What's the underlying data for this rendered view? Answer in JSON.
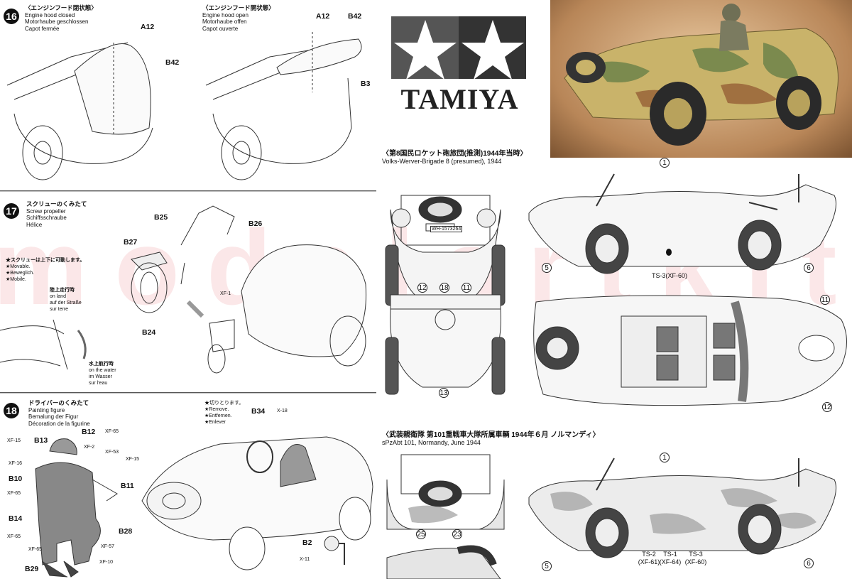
{
  "step16": {
    "number": "16",
    "jp": "〈エンジンフード閉状態〉",
    "en": "Engine hood closed",
    "de": "Motorhaube geschlossen",
    "fr": "Capot fermée",
    "open": {
      "jp": "〈エンジンフード開状態〉",
      "en": "Engine hood open",
      "de": "Motorhaube offen",
      "fr": "Capot ouverte"
    },
    "parts": [
      "A12",
      "B42",
      "A12",
      "B42",
      "B3"
    ]
  },
  "step17": {
    "number": "17",
    "jp": "スクリューのくみたて",
    "en": "Screw propeller",
    "de": "Schiffsschraube",
    "fr": "Hélice",
    "note": {
      "jp": "★スクリューは上下に可動します。",
      "en": "★Movable.",
      "de": "★Beweglich.",
      "fr": "★Mobile."
    },
    "land": {
      "jp": "陸上走行時",
      "en": "on land",
      "de": "auf der Straße",
      "fr": "sur terre"
    },
    "water": {
      "jp": "水上航行時",
      "en": "on the water",
      "de": "im Wasser",
      "fr": "sur l'eau"
    },
    "parts": [
      "B25",
      "B26",
      "B27",
      "B24"
    ],
    "paint": "XF-1"
  },
  "step18": {
    "number": "18",
    "jp": "ドライバーのくみたて",
    "en": "Painting figure",
    "de": "Bemalung der Figur",
    "fr": "Décoration de la figurine",
    "remove": {
      "jp": "★切りとります。",
      "en": "★Remove.",
      "de": "★Entfernen.",
      "fr": "★Enlever"
    },
    "parts": [
      "B12",
      "B13",
      "B10",
      "B11",
      "B14",
      "B28",
      "B29",
      "B34",
      "B2"
    ],
    "paints": [
      "XF-65",
      "XF-15",
      "XF-2",
      "XF-53",
      "XF-15",
      "XF-16",
      "XF-65",
      "XF-65",
      "XF-65",
      "XF-57",
      "XF-10",
      "X-18",
      "X-11"
    ]
  },
  "logo": {
    "brand": "TAMIYA"
  },
  "scheme1": {
    "jp": "〈第8国民ロケット砲旅団(推測)1944年当時〉",
    "en": "Volks-Werver-Brigade 8 (presumed), 1944",
    "markers": [
      "1",
      "5",
      "6",
      "12",
      "18",
      "11",
      "11",
      "13",
      "12"
    ],
    "paint": "TS-3(XF-60)",
    "plate": "WH-1573264"
  },
  "scheme2": {
    "jp": "〈武装親衛隊 第101重戦車大隊所属車輌 1944年６月 ノルマンディ〉",
    "en": "sPzAbt 101, Normandy, June 1944",
    "markers": [
      "1",
      "5",
      "6",
      "25",
      "23"
    ],
    "paints": [
      {
        "ts": "TS-2",
        "xf": "(XF-61)"
      },
      {
        "ts": "TS-1",
        "xf": "(XF-64)"
      },
      {
        "ts": "TS-3",
        "xf": "(XF-60)"
      }
    ]
  },
  "watermark": "modelartkit.cz"
}
